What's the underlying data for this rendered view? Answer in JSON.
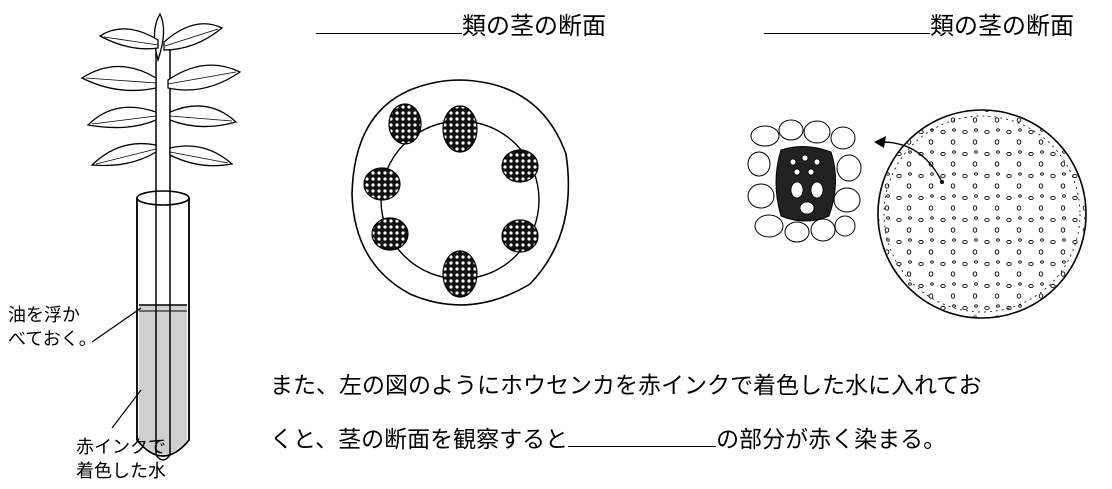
{
  "headings": {
    "left_suffix": "類の茎の断面",
    "right_suffix": "類の茎の断面"
  },
  "labels": {
    "oil_line1": "油を浮か",
    "oil_line2": "べておく。",
    "ink_line1": "赤インクで",
    "ink_line2": "着色した水"
  },
  "text": {
    "line1": "また、左の図のようにホウセンカを赤インクで着色した水に入れてお",
    "line2_before": "くと、茎の断面を観察すると",
    "line2_after": "の部分が赤く染まる。"
  }
}
